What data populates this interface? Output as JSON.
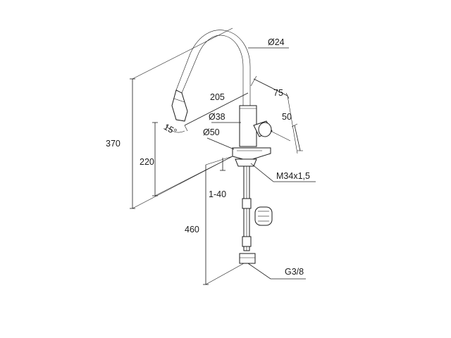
{
  "dimensions": {
    "spout_diameter": "Ø24",
    "spout_reach": "205",
    "lever_offset": "75",
    "body_diameter": "Ø38",
    "lever_height": "50",
    "base_diameter": "Ø50",
    "total_height": "370",
    "spout_outlet_height": "220",
    "spray_angle": "15°",
    "mounting_thread": "M34x1,5",
    "deck_thickness": "1-40",
    "hose_length": "460",
    "hose_connection": "G3/8"
  }
}
